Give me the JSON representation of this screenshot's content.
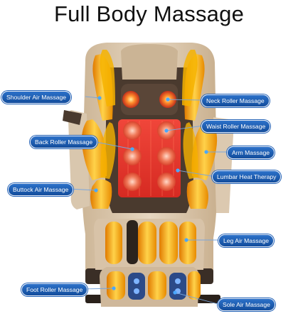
{
  "title": "Full Body Massage",
  "colors": {
    "label_bg": "#1f5fb5",
    "label_text": "#ffffff",
    "chair_beige": "#d8c3a8",
    "chair_dark": "#3a2e26",
    "air_orange": "#f0a000",
    "heat_red": "#e8352a"
  },
  "labels": {
    "shoulder_air": "Shoulder Air Massage",
    "neck_roller": "Neck Roller Massage",
    "waist_roller": "Waist Roller Massage",
    "back_roller": "Back Roller Massage",
    "arm": "Arm Massage",
    "lumbar_heat": "Lumbar Heat Therapy",
    "buttock_air": "Buttock Air Massage",
    "leg_air": "Leg Air Massage",
    "foot_roller": "Foot Roller Massage",
    "sole_air": "Sole Air Massage"
  }
}
